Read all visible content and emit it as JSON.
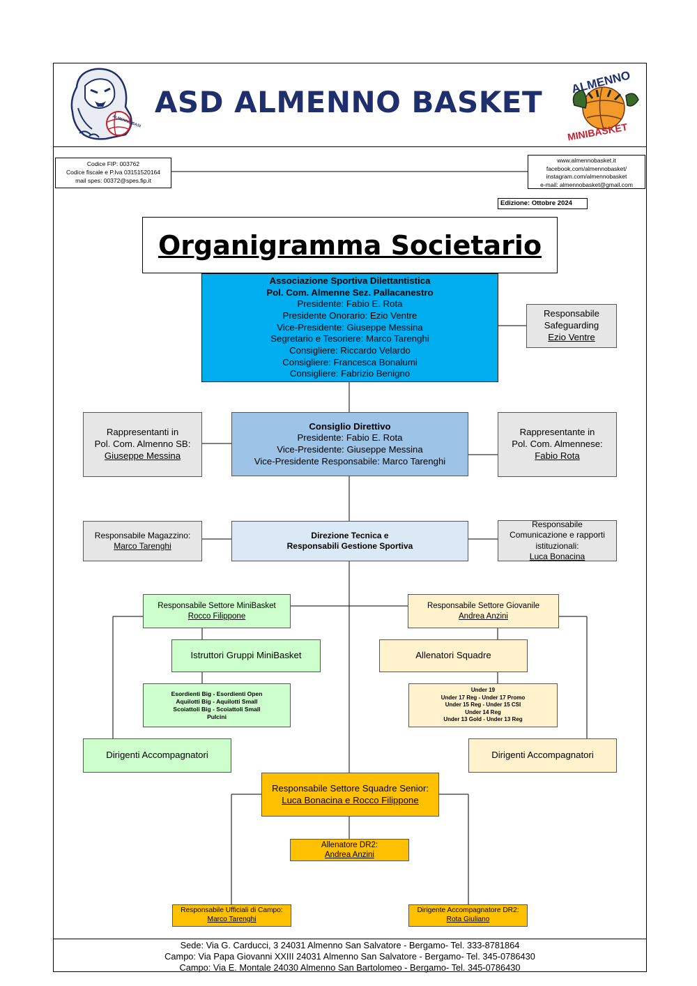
{
  "header": {
    "title": "ASD ALMENNO BASKET",
    "logo_left": {
      "icon": "panther-mascot-logo",
      "text": "ALMENNO BASKET"
    },
    "logo_right": {
      "icon": "eagle-basketball-logo",
      "text_top": "ALMENNO",
      "text_bottom": "MINIBASKET"
    }
  },
  "info_left": [
    "Codice FIP: 003762",
    "Codice fiscale e P.Iva 03151520164",
    "mail spes: 00372@spes.fip.it"
  ],
  "info_right": [
    "www.almennobasket.it",
    "facebook.com/almennobasket/",
    "instagram.com/almennobasket",
    "e-mail: almennobasket@gmail.com"
  ],
  "edition": "Edizione: Ottobre 2024",
  "org_title": "Organigramma Societario",
  "asd": {
    "title1": "Associazione Sportiva Dilettantistica",
    "title2": "Pol. Com. Almenne Sez. Pallacanestro",
    "lines": [
      "Presidente: Fabio E. Rota",
      "Presidente Onorario: Ezio Ventre",
      "Vice-Presidente: Giuseppe Messina",
      "Segretario e Tesoriere: Marco Tarenghi",
      "Consigliere: Riccardo Velardo",
      "Consigliere: Francesca Bonalumi",
      "Consigliere: Fabrizio Benigno"
    ]
  },
  "safeguarding": {
    "l1": "Responsabile",
    "l2": "Safeguarding",
    "name": "Ezio Ventre"
  },
  "consiglio": {
    "title": "Consiglio Direttivo",
    "lines": [
      "Presidente: Fabio E. Rota",
      "Vice-Presidente: Giuseppe Messina",
      "Vice-Presidente Responsabile: Marco Tarenghi"
    ]
  },
  "rappr_left": {
    "l1": "Rappresentanti in",
    "l2": "Pol. Com. Almenno SB:",
    "name": "Giuseppe Messina"
  },
  "rappr_right": {
    "l1": "Rappresentante in",
    "l2": "Pol. Com. Almennese:",
    "name": "Fabio Rota"
  },
  "direzione": {
    "l1": "Direzione Tecnica e",
    "l2": "Responsabili Gestione Sportiva"
  },
  "magazzino": {
    "l1": "Responsabile Magazzino:",
    "name": "Marco Tarenghi"
  },
  "comunicazione": {
    "l1": "Responsabile",
    "l2": "Comunicazione e rapporti",
    "l3": "istituzionali:",
    "name": "Luca Bonacina"
  },
  "minibasket": {
    "resp": {
      "l1": "Responsabile Settore MiniBasket",
      "name": "Rocco Filippone"
    },
    "istruttori": "Istruttori Gruppi MiniBasket",
    "groups": [
      "Esordienti Big - Esordienti Open",
      "Aquilotti Big - Aquilotti Small",
      "Scoiattoli Big - Scoiattoli Small",
      "Pulcini"
    ],
    "dirigenti": "Dirigenti Accompagnatori"
  },
  "giovanile": {
    "resp": {
      "l1": "Responsabile Settore Giovanile",
      "name": "Andrea Anzini"
    },
    "allenatori": "Allenatori Squadre",
    "groups": [
      "Under 19",
      "Under 17 Reg - Under 17 Promo",
      "Under 15 Reg - Under 15 CSI",
      "Under 14 Reg",
      "Under 13 Gold - Under 13 Reg"
    ],
    "dirigenti": "Dirigenti Accompagnatori"
  },
  "senior": {
    "resp": {
      "l1": "Responsabile Settore Squadre Senior:",
      "name": "Luca Bonacina e Rocco Filippone"
    },
    "allenatore": {
      "l1": "Allenatore DR2:",
      "name": "Andrea Anzini"
    },
    "ufficiali": {
      "l1": "Responsabile Ufficiali di Campo:",
      "name": "Marco Tarenghi"
    },
    "dirigente": {
      "l1": "Dirigente Accompagnatore DR2:",
      "name": "Rota Giuliano"
    }
  },
  "footer": [
    "Sede: Via G. Carducci, 3 24031 Almenno San Salvatore - Bergamo- Tel. 333-8781864",
    "Campo: Via Papa Giovanni XXIII 24031 Almenno San Salvatore - Bergamo- Tel. 345-0786430",
    "Campo: Via E. Montale 24030 Almenno San Bartolomeo - Bergamo- Tel. 345-0786430"
  ]
}
